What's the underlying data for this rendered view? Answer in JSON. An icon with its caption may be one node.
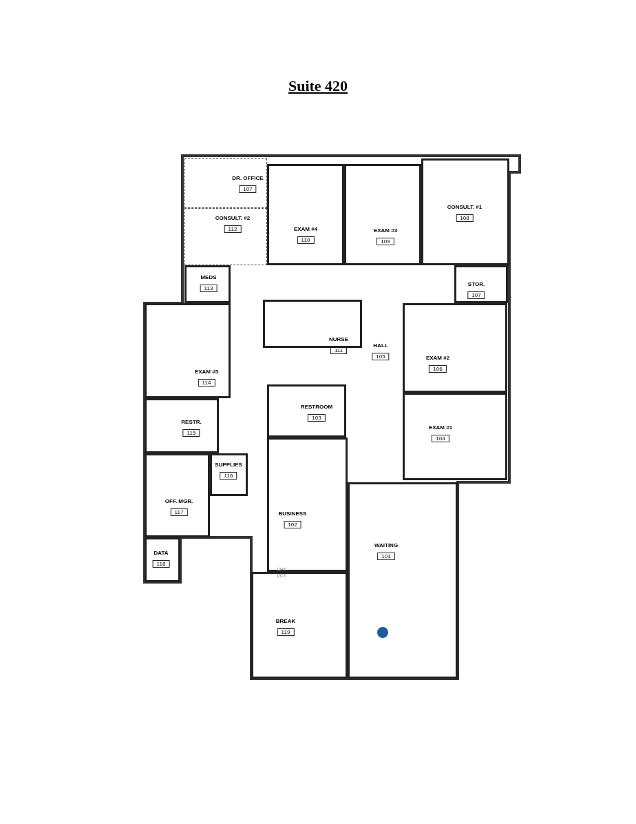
{
  "diagram": {
    "title": "Suite 420",
    "nodes": [
      {
        "text": [
          "DR. OFFICE",
          "107"
        ]
      },
      {
        "text": [
          "CONSULT. #2",
          "112"
        ]
      },
      {
        "text": [
          "EXAM #4",
          "110"
        ]
      },
      {
        "text": [
          "EXAM #3",
          "109"
        ]
      },
      {
        "text": [
          "CONSULT. #1",
          "108"
        ]
      },
      {
        "text": [
          "MEDS",
          "113"
        ]
      },
      {
        "text": [
          "STOR.",
          "107"
        ]
      },
      {
        "text": [
          "NURSE",
          "111"
        ]
      },
      {
        "text": [
          "HALL",
          "105"
        ]
      },
      {
        "text": [
          "EXAM #5",
          "114"
        ]
      },
      {
        "text": [
          "EXAM #2",
          "106"
        ]
      },
      {
        "text": [
          "RESTROOM",
          "103"
        ]
      },
      {
        "text": [
          "EXAM #1",
          "104"
        ]
      },
      {
        "text": [
          "RESTR.",
          "115"
        ]
      },
      {
        "text": [
          "SUPPLIES",
          "116"
        ]
      },
      {
        "text": [
          "OFF. MGR.",
          "117"
        ]
      },
      {
        "text": [
          "BUSINESS",
          "102"
        ]
      },
      {
        "text": [
          "WAITING",
          "101"
        ]
      },
      {
        "text": [
          "DATA",
          "118"
        ]
      },
      {
        "text": [
          "BREAK",
          "119"
        ]
      }
    ],
    "labels": [
      "CPT",
      "VCT"
    ]
  }
}
